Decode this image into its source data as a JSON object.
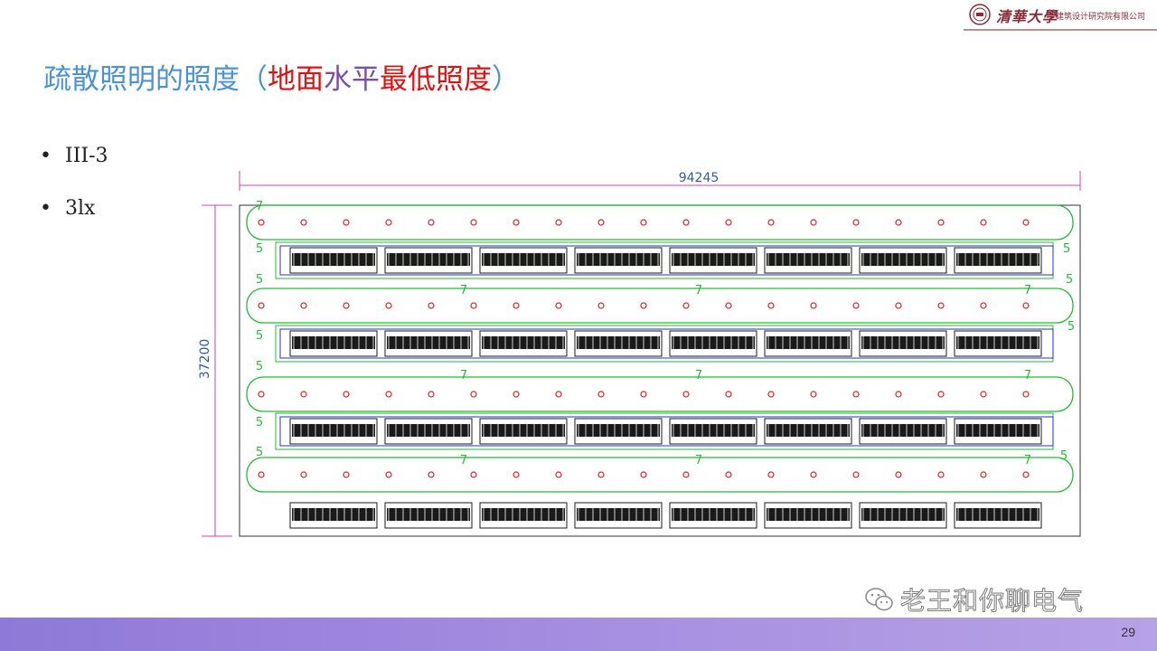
{
  "header": {
    "logo_name": "清華大學",
    "logo_sub": "建筑设计研究院有限公司"
  },
  "title": {
    "part1": "疏散照明的照度（",
    "part2": "地面",
    "part3": "水平",
    "part4": "最低照度",
    "part5": "）"
  },
  "bullets": [
    {
      "text": "III-3"
    },
    {
      "text": "3lx"
    }
  ],
  "drawing": {
    "width_dimension": "94245",
    "height_dimension": "37200",
    "contour_labels": {
      "seven": "7",
      "five": "5"
    },
    "colors": {
      "dimension": "#d040b0",
      "contour": "#22bb33",
      "fixture": "#dd2222",
      "racks": "#1a1a1a",
      "rack_frame": "#2233cc",
      "outline": "#555555"
    }
  },
  "watermark": {
    "text": "老王和你聊电气",
    "icon": "wechat-icon"
  },
  "footer": {
    "page_number": "29"
  }
}
